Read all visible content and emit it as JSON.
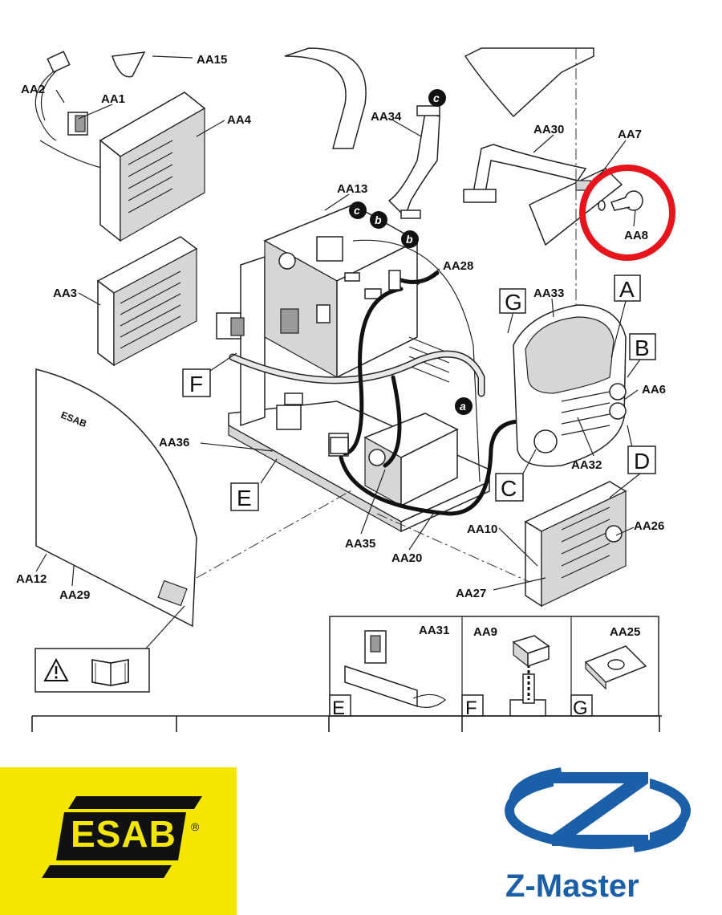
{
  "diagram": {
    "part_labels": [
      "AA1",
      "AA2",
      "AA3",
      "AA4",
      "AA6",
      "AA7",
      "AA8",
      "AA9",
      "AA10",
      "AA12",
      "AA13",
      "AA15",
      "AA20",
      "AA25",
      "AA26",
      "AA27",
      "AA28",
      "AA29",
      "AA30",
      "AA31",
      "AA32",
      "AA33",
      "AA34",
      "AA35",
      "AA36"
    ],
    "box_labels": [
      "A",
      "B",
      "C",
      "D",
      "E",
      "F",
      "G"
    ],
    "circle_markers": [
      "a",
      "b",
      "c"
    ],
    "inset_labels": [
      "E",
      "F",
      "G"
    ],
    "inset_parts": [
      "AA31",
      "AA9",
      "AA25"
    ],
    "highlight_color": "#e8141c",
    "highlighted_part": "AA8"
  },
  "brands": {
    "left_logo": "ESAB",
    "left_logo_mark": "®",
    "left_logo_bg": "#f5e600",
    "right_logo": "Z-Master",
    "right_logo_color": "#1a5fa8"
  },
  "icons": [
    "warning-triangle-icon",
    "manual-book-icon"
  ]
}
